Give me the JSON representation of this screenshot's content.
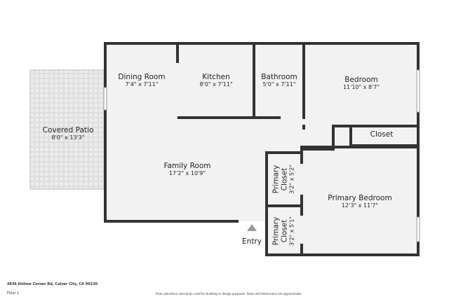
{
  "rooms": {
    "dining": {
      "name": "Dining Room",
      "dim": "7'4\" x 7'11\""
    },
    "kitchen": {
      "name": "Kitchen",
      "dim": "8'0\" x 7'11\""
    },
    "bathroom": {
      "name": "Bathroom",
      "dim": "5'0\" x 7'11\""
    },
    "bedroom": {
      "name": "Bedroom",
      "dim": "11'10\" x 8'7\""
    },
    "patio": {
      "name": "Covered Patio",
      "dim": "8'0\" x 13'3\""
    },
    "closet": {
      "name": "Closet"
    },
    "family": {
      "name": "Family Room",
      "dim": "17'2\" x 10'9\""
    },
    "primary_closet_1": {
      "name": "Primary Closet",
      "dim": "3'2\" x 5'2\""
    },
    "primary_closet_2": {
      "name": "Primary Closet",
      "dim": "3'2\" x 5'1\""
    },
    "primary_bedroom": {
      "name": "Primary Bedroom",
      "dim": "12'3\" x 11'7\""
    },
    "entry": {
      "name": "Entry"
    }
  },
  "footer": {
    "address": "4836 Hollow Corner Rd, Culver City, CA 90230",
    "floor": "Floor 1",
    "disclaimer": "Floor plans/tour cannot be used for building or design purposes. Sizes and dimensions are approximate."
  },
  "colors": {
    "wall": "#333333",
    "floor": "#f2f2f2",
    "patio": "#e6e6e6"
  }
}
